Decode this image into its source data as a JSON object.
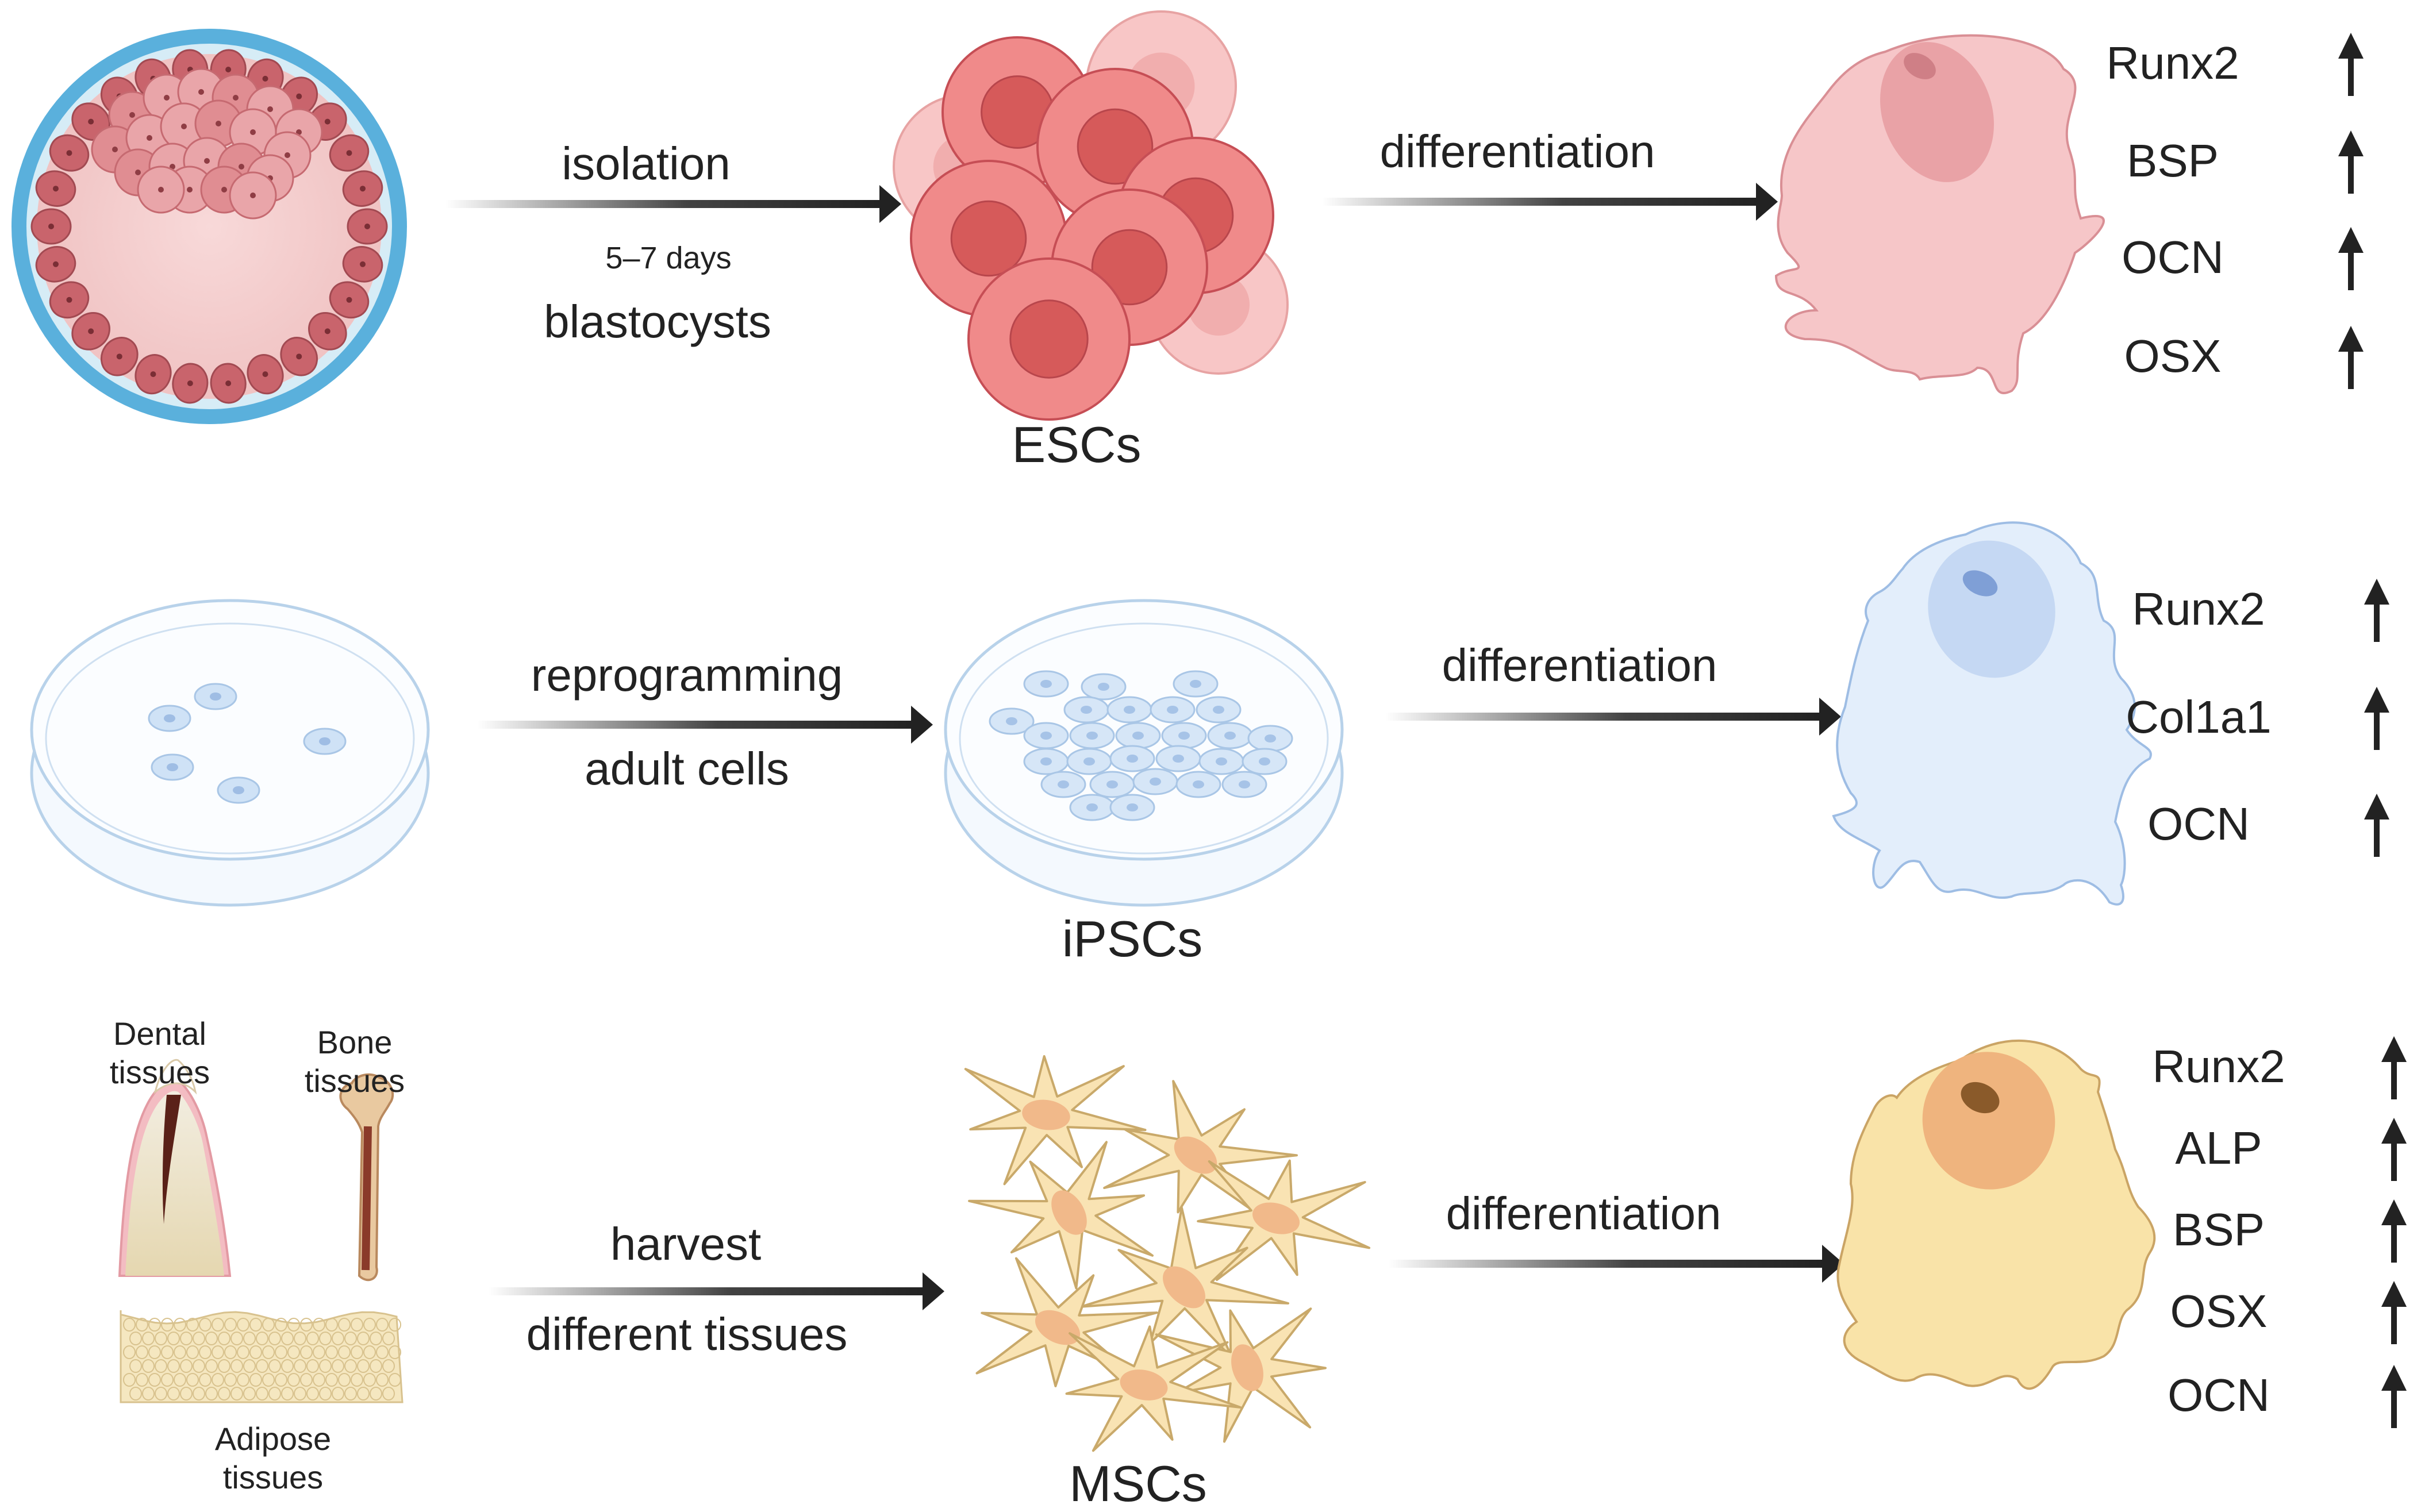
{
  "rows": [
    {
      "id": "esc",
      "process_top": "isolation",
      "process_duration": "5–7 days",
      "process_bottom": "blastocysts",
      "result_label": "ESCs",
      "diff_label": "differentiation",
      "markers": [
        "Runx2",
        "BSP",
        "OCN",
        "OSX"
      ],
      "colors": {
        "cell_fill": "#f08a8a",
        "cell_nucleus": "#d65a5a",
        "osteo_fill": "#f6c6c8",
        "osteo_nucleus": "#e9a2a6"
      }
    },
    {
      "id": "ipsc",
      "process_top": "reprogramming",
      "process_bottom": "adult cells",
      "result_label": "iPSCs",
      "diff_label": "differentiation",
      "markers": [
        "Runx2",
        "Col1a1",
        "OCN"
      ],
      "colors": {
        "dish_stroke": "#b8d2ea",
        "cell_fill": "#cfe2f6",
        "osteo_fill": "#e3eefb",
        "osteo_nucleus": "#c5d8f3"
      }
    },
    {
      "id": "msc",
      "process_top": "harvest",
      "process_bottom": "different  tissues",
      "result_label": "MSCs",
      "diff_label": "differentiation",
      "markers": [
        "Runx2",
        "ALP",
        "BSP",
        "OSX",
        "OCN"
      ],
      "colors": {
        "cell_fill": "#f9e3b3",
        "cell_nucleus": "#f1b98a",
        "osteo_fill": "#f9e3a8",
        "osteo_nucleus": "#efb47e"
      },
      "sources": {
        "dental": "Dental\ntissues",
        "bone": "Bone\ntissues",
        "adipose": "Adipose\ntissues"
      }
    }
  ]
}
